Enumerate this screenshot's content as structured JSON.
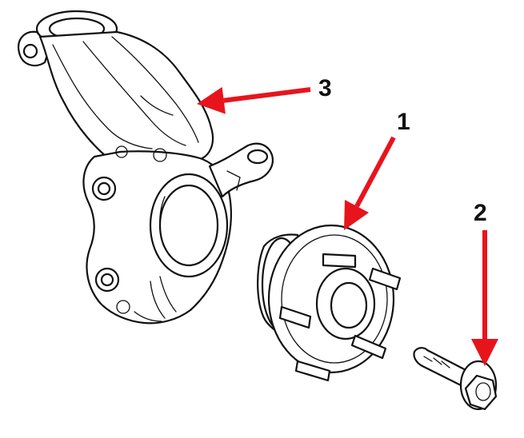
{
  "colors": {
    "arrow": "#e8141c",
    "outline": "#111111",
    "background": "#ffffff"
  },
  "callouts": [
    {
      "id": "1",
      "label": "1",
      "part": "wheel-hub"
    },
    {
      "id": "2",
      "label": "2",
      "part": "hub-bolt"
    },
    {
      "id": "3",
      "label": "3",
      "part": "steering-knuckle"
    }
  ]
}
